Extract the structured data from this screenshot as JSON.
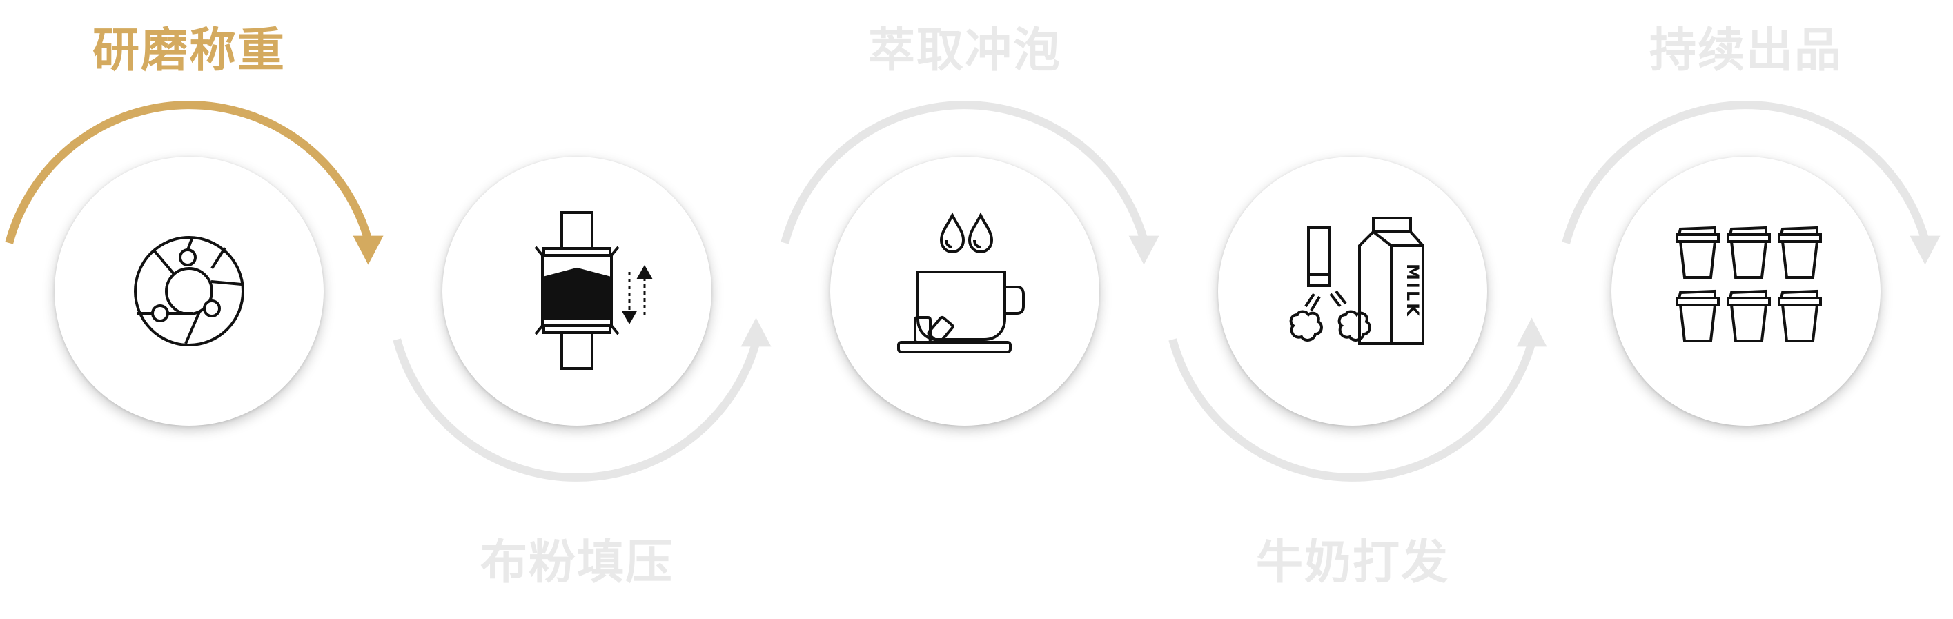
{
  "colors": {
    "active": "#d4aa5f",
    "inactive_arc": "#e6e6e6",
    "inactive_text": "#e9e9e9",
    "icon_stroke": "#111111"
  },
  "active_step": 0,
  "steps": [
    {
      "title": "研磨称重",
      "icon": "grinder-burr-icon",
      "label_position": "top"
    },
    {
      "title": "布粉填压",
      "icon": "tamper-press-icon",
      "label_position": "bottom"
    },
    {
      "title": "萃取冲泡",
      "icon": "coffee-cup-drops-icon",
      "label_position": "top"
    },
    {
      "title": "牛奶打发",
      "icon": "milk-frothing-icon",
      "label_position": "bottom",
      "milk_text": "MILK"
    },
    {
      "title": "持续出品",
      "icon": "cups-row-icon",
      "label_position": "top"
    }
  ]
}
